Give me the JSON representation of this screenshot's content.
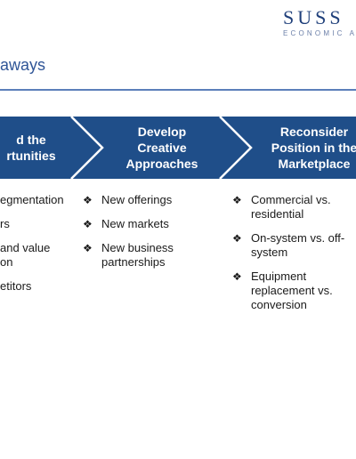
{
  "logo": {
    "main": "SUSS",
    "sub": "ECONOMIC A"
  },
  "slide": {
    "title_fragment": "aways"
  },
  "colors": {
    "chevron_fill": "#1f4e89",
    "chevron_divider": "#ffffff",
    "title": "#2f5597",
    "rule": "#5b7fba"
  },
  "bullet_icon": "diamond-bullet-icon",
  "bullet_glyph": "❖",
  "columns": [
    {
      "header_lines": [
        "d the",
        "rtunities"
      ],
      "bullets": [
        [
          "egmentation"
        ],
        [
          "rs"
        ],
        [
          "and value",
          "on"
        ],
        [
          "etitors"
        ]
      ]
    },
    {
      "header_lines": [
        "Develop",
        "Creative",
        "Approaches"
      ],
      "bullets": [
        [
          "New offerings"
        ],
        [
          "New markets"
        ],
        [
          "New business",
          "partnerships"
        ]
      ]
    },
    {
      "header_lines": [
        "Reconsider",
        "Position in the",
        "Marketplace"
      ],
      "bullets": [
        [
          "Commercial vs.",
          "residential"
        ],
        [
          "On-system vs. off-",
          "system"
        ],
        [
          "Equipment",
          "replacement vs.",
          "conversion"
        ]
      ]
    }
  ]
}
